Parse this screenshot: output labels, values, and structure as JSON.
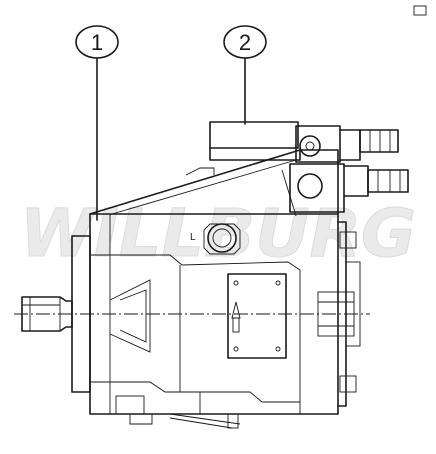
{
  "watermark": {
    "text": "WILLBURG"
  },
  "callouts": [
    {
      "number": "1",
      "part": "pump-body"
    },
    {
      "number": "2",
      "part": "control-valve"
    }
  ],
  "port_label": "L",
  "colors": {
    "line": "#1a1a1a",
    "watermark": "#e7e7e7",
    "background": "#ffffff"
  }
}
